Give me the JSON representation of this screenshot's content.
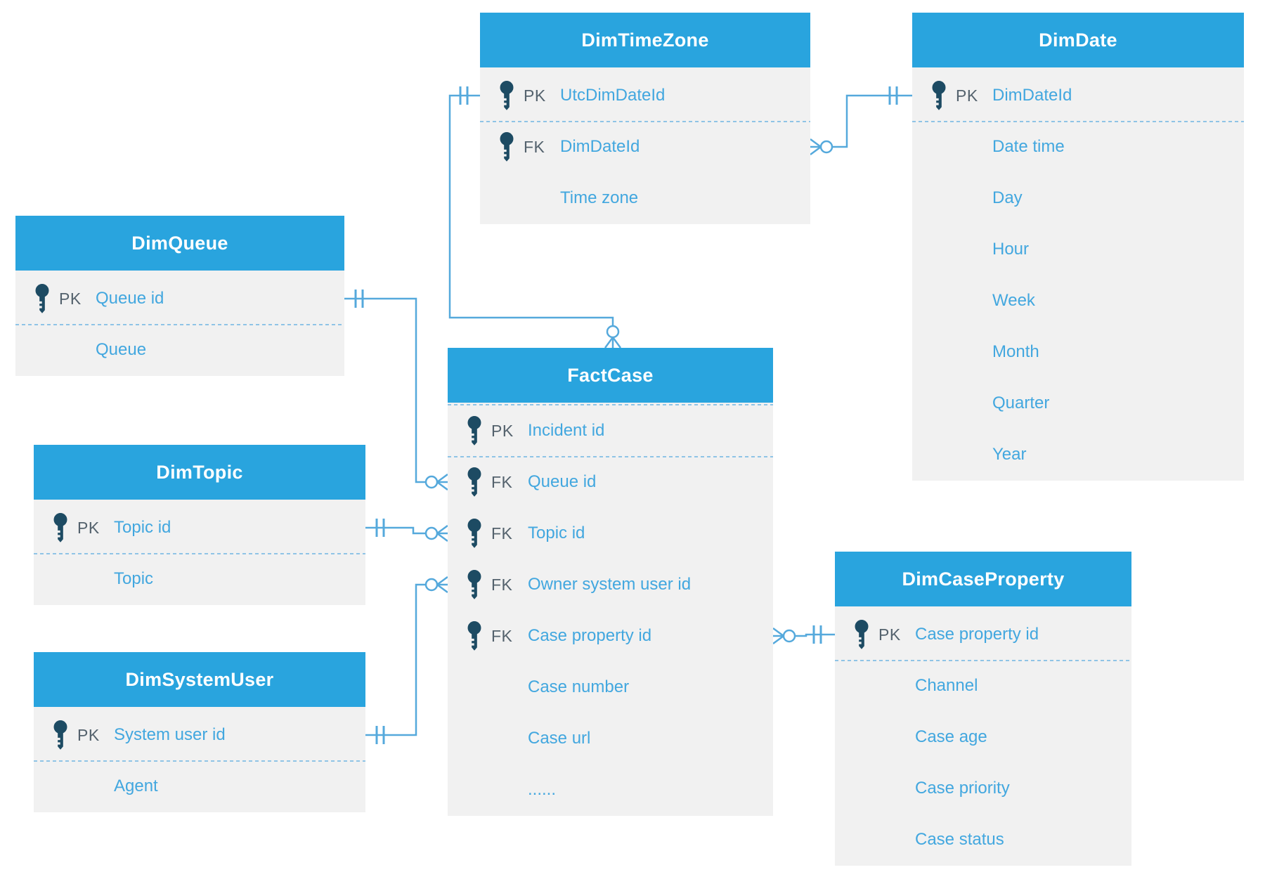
{
  "diagram_type": "entity-relationship-model",
  "colors": {
    "header_blue": "#29A4DE",
    "body_gray": "#F1F1F1",
    "attribute_text": "#42A7DF",
    "key_label_text": "#54626D",
    "key_icon": "#1D4B63",
    "relationship_line": "#55A9DC",
    "divider_dotted": "#8FC4E6",
    "header_text": "#FFFFFF",
    "background": "#FFFFFF"
  },
  "tables": [
    {
      "id": "DimTimeZone",
      "title": "DimTimeZone",
      "rows": [
        {
          "key": "PK",
          "label": "UtcDimDateId",
          "divider_after": true
        },
        {
          "key": "FK",
          "label": "DimDateId"
        },
        {
          "key": "",
          "label": "Time zone"
        }
      ]
    },
    {
      "id": "DimDate",
      "title": "DimDate",
      "rows": [
        {
          "key": "PK",
          "label": "DimDateId",
          "divider_after": true
        },
        {
          "key": "",
          "label": "Date time"
        },
        {
          "key": "",
          "label": "Day"
        },
        {
          "key": "",
          "label": "Hour"
        },
        {
          "key": "",
          "label": "Week"
        },
        {
          "key": "",
          "label": "Month"
        },
        {
          "key": "",
          "label": "Quarter"
        },
        {
          "key": "",
          "label": "Year"
        }
      ]
    },
    {
      "id": "DimQueue",
      "title": "DimQueue",
      "rows": [
        {
          "key": "PK",
          "label": "Queue id",
          "divider_after": true
        },
        {
          "key": "",
          "label": "Queue"
        }
      ]
    },
    {
      "id": "DimTopic",
      "title": "DimTopic",
      "rows": [
        {
          "key": "PK",
          "label": "Topic id",
          "divider_after": true
        },
        {
          "key": "",
          "label": "Topic"
        }
      ]
    },
    {
      "id": "DimSystemUser",
      "title": "DimSystemUser",
      "rows": [
        {
          "key": "PK",
          "label": "System user id",
          "divider_after": true
        },
        {
          "key": "",
          "label": "Agent"
        }
      ]
    },
    {
      "id": "FactCase",
      "title": "FactCase",
      "header_divider": true,
      "rows": [
        {
          "key": "PK",
          "label": "Incident id",
          "divider_after": true
        },
        {
          "key": "FK",
          "label": "Queue id"
        },
        {
          "key": "FK",
          "label": "Topic id"
        },
        {
          "key": "FK",
          "label": "Owner system user id"
        },
        {
          "key": "FK",
          "label": "Case property id"
        },
        {
          "key": "",
          "label": "Case number"
        },
        {
          "key": "",
          "label": "Case url"
        },
        {
          "key": "",
          "label": "......"
        }
      ]
    },
    {
      "id": "DimCaseProperty",
      "title": "DimCaseProperty",
      "rows": [
        {
          "key": "PK",
          "label": "Case property id",
          "divider_after": true
        },
        {
          "key": "",
          "label": "Channel"
        },
        {
          "key": "",
          "label": "Case age"
        },
        {
          "key": "",
          "label": "Case priority"
        },
        {
          "key": "",
          "label": "Case status"
        }
      ]
    }
  ],
  "relationships": [
    {
      "from_table": "DimQueue",
      "from_column": "Queue id",
      "from_cardinality": "one",
      "to_table": "FactCase",
      "to_column": "Queue id",
      "to_cardinality": "zero-or-many"
    },
    {
      "from_table": "DimTopic",
      "from_column": "Topic id",
      "from_cardinality": "one",
      "to_table": "FactCase",
      "to_column": "Topic id",
      "to_cardinality": "zero-or-many"
    },
    {
      "from_table": "DimSystemUser",
      "from_column": "System user id",
      "from_cardinality": "one",
      "to_table": "FactCase",
      "to_column": "Owner system user id",
      "to_cardinality": "zero-or-many"
    },
    {
      "from_table": "DimTimeZone",
      "from_column": "UtcDimDateId",
      "from_cardinality": "one",
      "to_table": "FactCase",
      "to_column": "",
      "to_cardinality": "zero-or-many"
    },
    {
      "from_table": "DimDate",
      "from_column": "DimDateId",
      "from_cardinality": "one",
      "to_table": "DimTimeZone",
      "to_column": "DimDateId",
      "to_cardinality": "zero-or-many"
    },
    {
      "from_table": "DimCaseProperty",
      "from_column": "Case property id",
      "from_cardinality": "one",
      "to_table": "FactCase",
      "to_column": "Case property id",
      "to_cardinality": "zero-or-many"
    }
  ]
}
